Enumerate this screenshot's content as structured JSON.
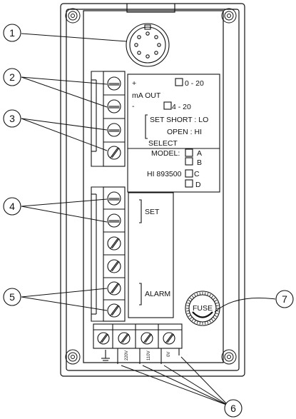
{
  "callouts": [
    "1",
    "2",
    "3",
    "4",
    "5",
    "6",
    "7"
  ],
  "output_panel": {
    "plus": "+",
    "range_1": "0 - 20",
    "ma_out": "mA OUT",
    "minus": "-",
    "range_2": "4 - 20",
    "set_short": "SET  SHORT : LO",
    "open_hi": "OPEN   : HI",
    "select": "SELECT"
  },
  "model_panel": {
    "model_label": "MODEL:",
    "option_a": "A",
    "option_b": "B",
    "model_number": "HI 893500",
    "option_c": "C",
    "option_d": "D"
  },
  "alarm_panel": {
    "set_label": "SET",
    "alarm_label": "ALARM"
  },
  "fuse_label": "FUSE",
  "power_labels": [
    "220V",
    "110V",
    "0V"
  ],
  "colors": {
    "stroke": "#111111",
    "background": "#ffffff"
  }
}
